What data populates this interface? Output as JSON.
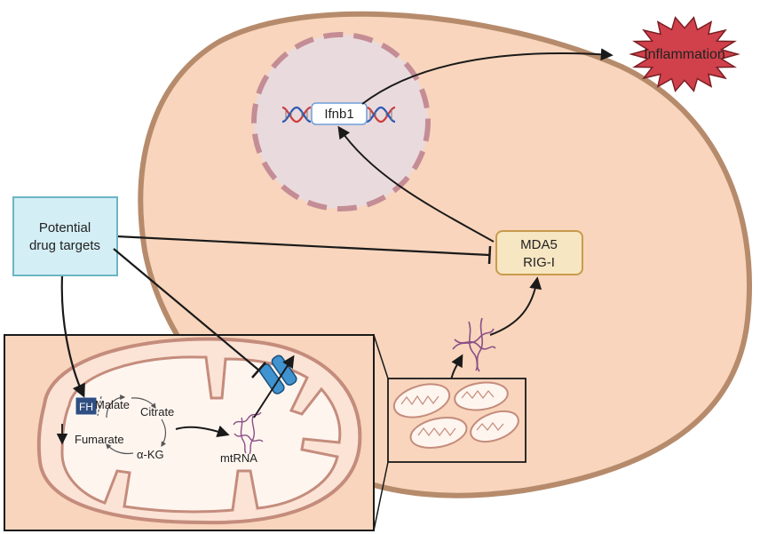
{
  "nodes": {
    "inflammation": "Inflammation",
    "gene": "Ifnb1",
    "sensor_line1": "MDA5",
    "sensor_line2": "RIG-I",
    "drug_line1": "Potential",
    "drug_line2": "drug targets",
    "enzyme": "FH",
    "malate": "Malate",
    "citrate": "Citrate",
    "fumarate": "Fumarate",
    "akg": "α-KG",
    "mtrna": "mtRNA"
  },
  "colors": {
    "cell_fill": "#f8d5bc",
    "cell_border": "#b68b6c",
    "nucleus_fill": "#e9dadd",
    "nucleus_border": "#c48d96",
    "starburst_fill": "#d1414b",
    "drug_box_fill": "#d4eef5",
    "drug_box_border": "#6cb5c5",
    "sensor_box_fill": "#f6e6c2",
    "sensor_box_border": "#c99b4c",
    "mito_matrix": "#fff5ef",
    "mito_membrane": "#c48c7c",
    "fh_fill": "#2f4e82",
    "channel_fill": "#3f93d0",
    "rna_color": "#8a4f86"
  },
  "icons": [
    "dna-helix-icon",
    "rna-strand-icon",
    "mitochondrion-icon",
    "membrane-channel-icon",
    "starburst-icon"
  ]
}
